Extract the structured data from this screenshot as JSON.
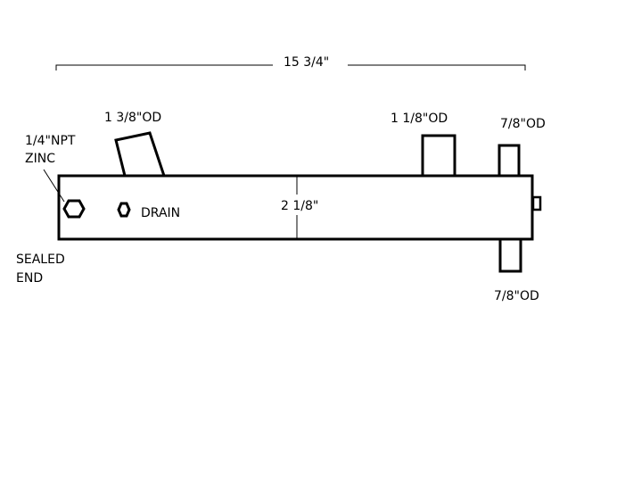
{
  "dimensions": {
    "overall_length": "15 3/4\"",
    "height": "2 1/8\""
  },
  "labels": {
    "inlet_top_left": "1 3/8\"OD",
    "zinc_line1": "1/4\"NPT",
    "zinc_line2": "ZINC",
    "drain": "DRAIN",
    "sealed_line1": "SEALED",
    "sealed_line2": "END",
    "outlet_top_mid": "1 1/8\"OD",
    "outlet_top_right": "7/8\"OD",
    "outlet_bottom_right": "7/8\"OD"
  }
}
